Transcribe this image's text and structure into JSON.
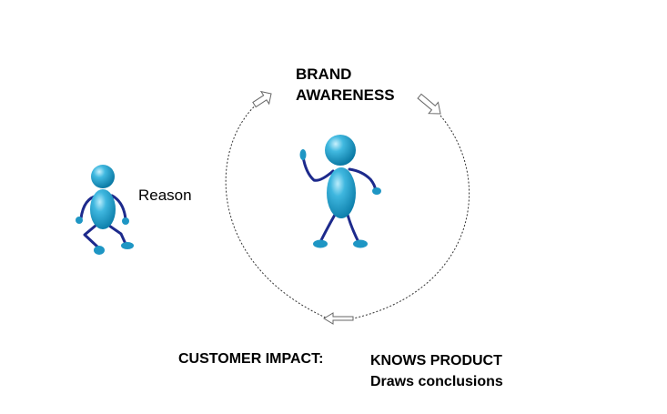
{
  "diagram": {
    "title_line1": "BRAND",
    "title_line2": "AWARENESS",
    "reason": "Reason",
    "impact_label": "CUSTOMER IMPACT:",
    "outcome_line1": "KNOWS PRODUCT",
    "outcome_line2": "Draws conclusions"
  },
  "colors": {
    "figure_body": "#2aa6cf",
    "figure_limbs": "#1d2a8c",
    "cycle_line": "#333333",
    "arrow_outline": "#666666"
  },
  "icons": [
    "crouching-figure-icon",
    "pointing-figure-icon",
    "cycle-arrow-icon"
  ]
}
